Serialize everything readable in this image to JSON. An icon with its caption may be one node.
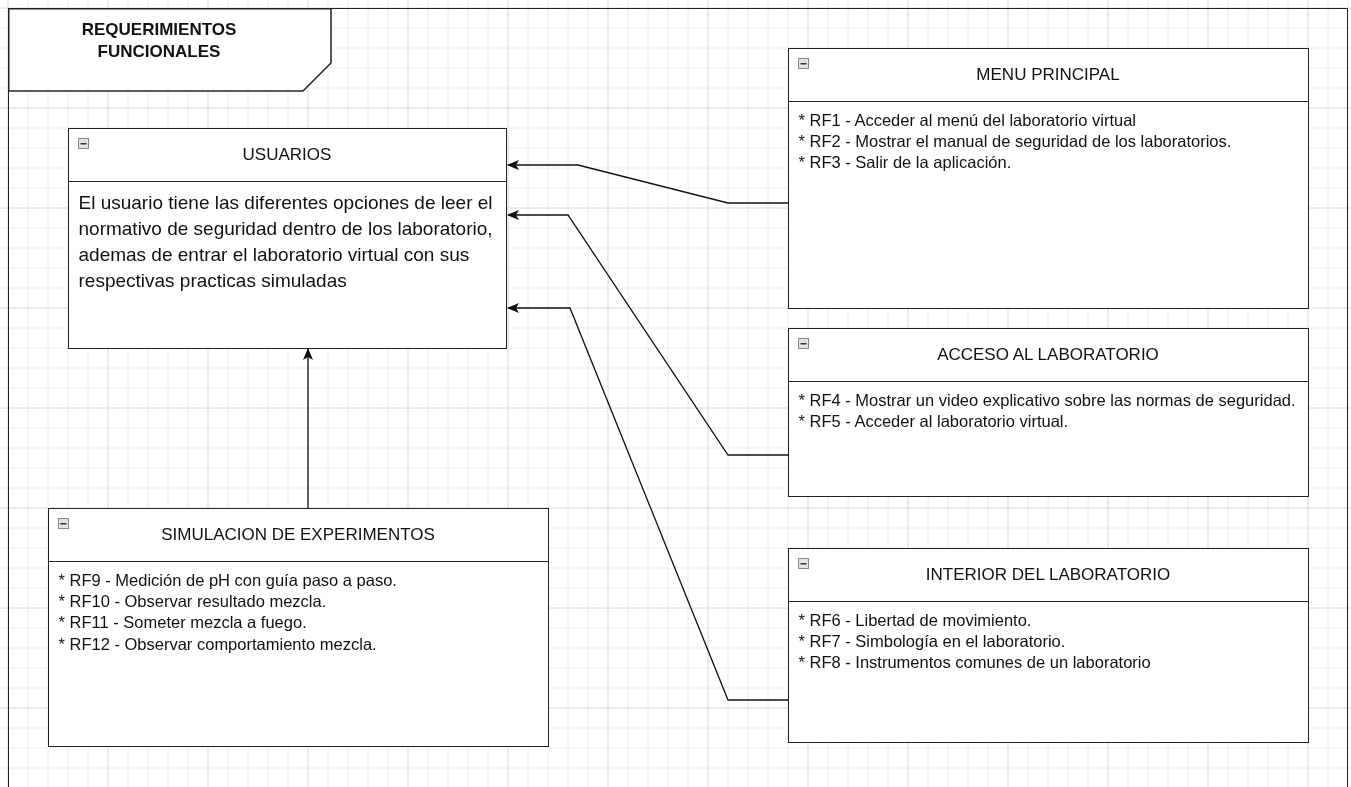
{
  "diagram": {
    "nodes": [
      {
        "text": [
          "REQUERIMIENTOS FUNCIONALES"
        ]
      },
      {
        "text": [
          "USUARIOS",
          "El usuario tiene las diferentes opciones de leer el normativo de seguridad dentro de los laboratorio, ademas de entrar el laboratorio virtual con sus respectivas practicas simuladas"
        ],
        "in": 0
      },
      {
        "text": [
          "MENU PRINCIPAL",
          "* RF1 - Acceder al menú del laboratorio virtual",
          "* RF2 - Mostrar el manual de seguridad de los laboratorios.",
          "* RF3 - Salir de la aplicación."
        ],
        "in": 0
      },
      {
        "text": [
          "ACCESO AL LABORATORIO",
          "* RF4 - Mostrar un video explicativo sobre las normas de seguridad.",
          "* RF5 - Acceder al laboratorio virtual."
        ],
        "in": 0
      },
      {
        "text": [
          "INTERIOR DEL LABORATORIO",
          "* RF6 - Libertad de movimiento.",
          "* RF7 - Simbología en el laboratorio.",
          "* RF8 - Instrumentos comunes de un laboratorio"
        ],
        "in": 0
      },
      {
        "text": [
          "SIMULACION DE EXPERIMENTOS",
          "* RF9 - Medición de pH con guía paso a paso.",
          "* RF10 - Observar resultado mezcla.",
          "* RF11 - Someter mezcla a fuego.",
          "* RF12 - Observar comportamiento mezcla."
        ],
        "in": 0
      }
    ],
    "edges": [
      {
        "from": 2,
        "to": 1,
        "arrow": "to"
      },
      {
        "from": 3,
        "to": 1,
        "arrow": "to"
      },
      {
        "from": 4,
        "to": 1,
        "arrow": "to"
      },
      {
        "from": 5,
        "to": 1,
        "arrow": "to"
      }
    ]
  }
}
